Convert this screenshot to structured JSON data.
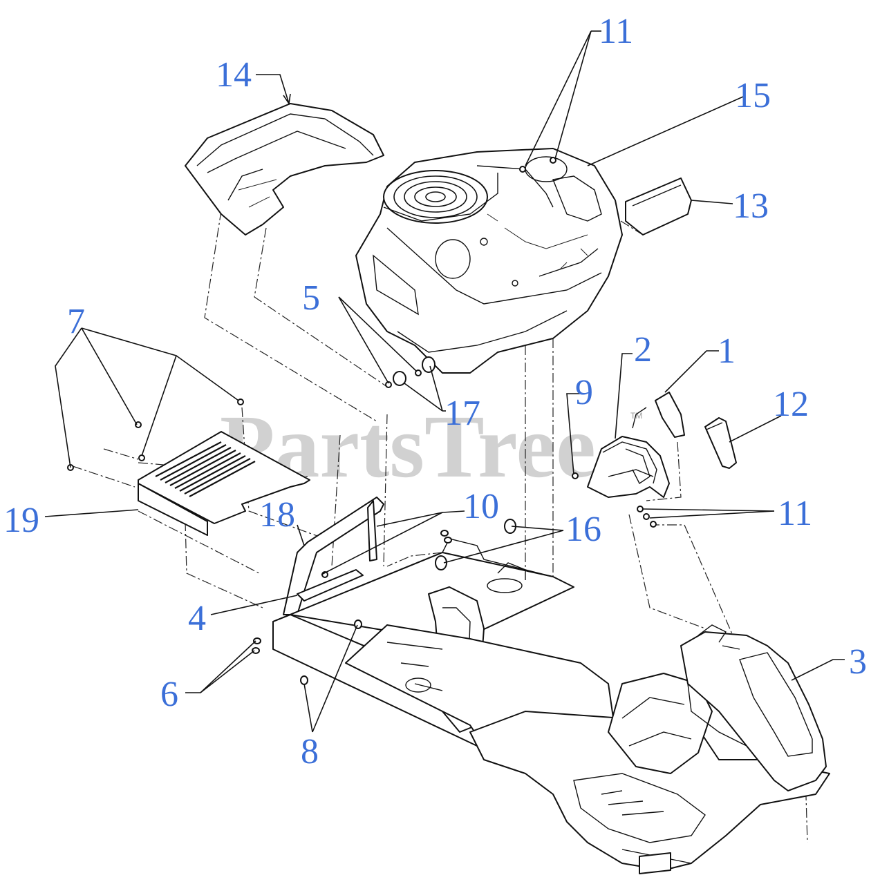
{
  "watermark": "PartsTree",
  "trademark": "TM",
  "callouts": [
    {
      "id": "1",
      "label": "1"
    },
    {
      "id": "2",
      "label": "2"
    },
    {
      "id": "3",
      "label": "3"
    },
    {
      "id": "4",
      "label": "4"
    },
    {
      "id": "5",
      "label": "5"
    },
    {
      "id": "6",
      "label": "6"
    },
    {
      "id": "7",
      "label": "7"
    },
    {
      "id": "8",
      "label": "8"
    },
    {
      "id": "9",
      "label": "9"
    },
    {
      "id": "10",
      "label": "10"
    },
    {
      "id": "11a",
      "label": "11"
    },
    {
      "id": "11b",
      "label": "11"
    },
    {
      "id": "12",
      "label": "12"
    },
    {
      "id": "13",
      "label": "13"
    },
    {
      "id": "14",
      "label": "14"
    },
    {
      "id": "15",
      "label": "15"
    },
    {
      "id": "16",
      "label": "16"
    },
    {
      "id": "17",
      "label": "17"
    },
    {
      "id": "18",
      "label": "18"
    },
    {
      "id": "19",
      "label": "19"
    }
  ],
  "colors": {
    "callout": "#3b6fd8",
    "line": "#111111",
    "watermark": "#9a9a9a"
  }
}
